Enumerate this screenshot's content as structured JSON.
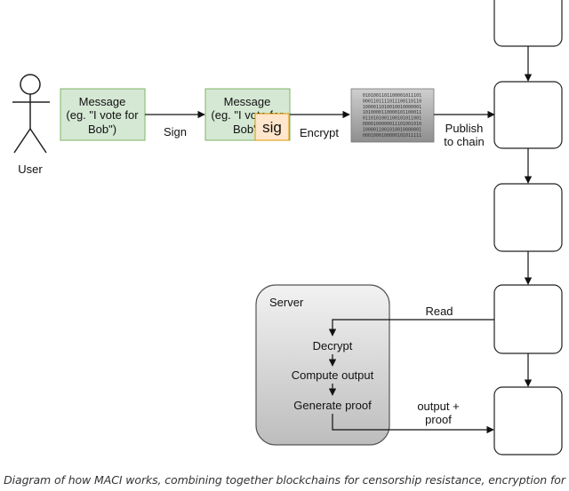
{
  "user": {
    "label": "User"
  },
  "message_box": {
    "lines": [
      "Message",
      "(eg. \"I vote for",
      "Bob\")"
    ]
  },
  "signed_box": {
    "lines": [
      "Message",
      "(eg. \"I vote for",
      "Bob\")"
    ],
    "sig_label": "sig"
  },
  "edges": {
    "sign": "Sign",
    "encrypt": "Encrypt",
    "publish": [
      "Publish",
      "to chain"
    ],
    "read": "Read",
    "output_proof": [
      "output +",
      "proof"
    ]
  },
  "server": {
    "title": "Server",
    "steps": [
      "Decrypt",
      "Compute output",
      "Generate proof"
    ]
  },
  "encrypted_blob": {
    "lines": [
      "0101001101100001011101",
      "0001101111011100110110",
      "1000011010010010000001",
      "1010000110000101100011",
      "0110101001100101011001",
      "0000100000011101001010",
      "1000011001010010000001",
      "0001000100000101011111"
    ]
  },
  "caption": "Diagram of how MACI works, combining together blockchains for censorship resistance, encryption for",
  "colors": {
    "message_fill": "#d5e8d4",
    "message_stroke": "#82b366",
    "sig_fill": "#ffe6cc",
    "sig_stroke": "#d79b00",
    "server_fill": "#d0d0d0",
    "server_stroke": "#555555"
  }
}
